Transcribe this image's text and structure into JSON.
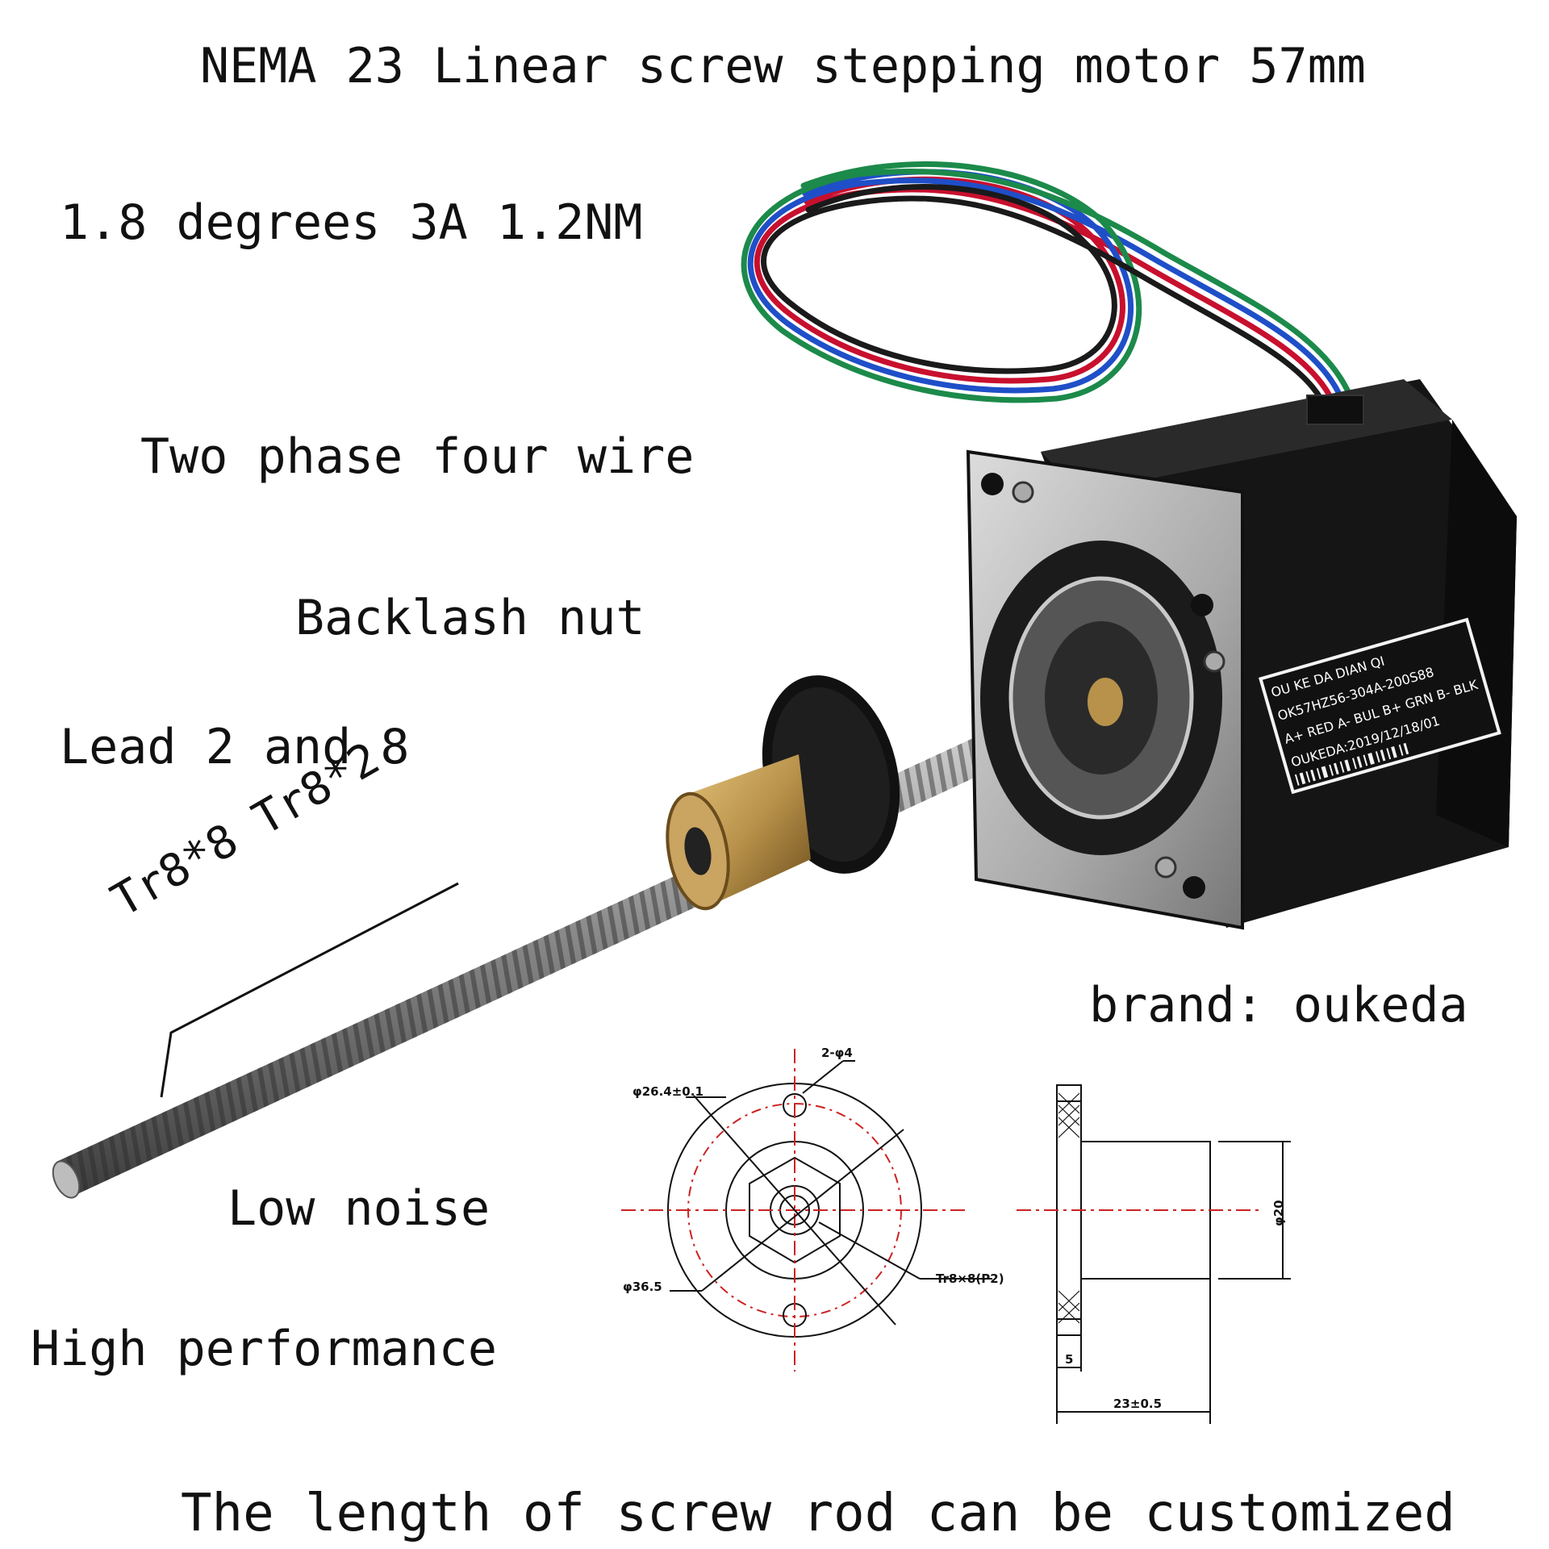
{
  "headline": "NEMA 23 Linear screw stepping motor 57mm",
  "features": {
    "spec": "1.8 degrees 3A 1.2NM",
    "phase": "Two phase four wire",
    "nut": "Backlash nut",
    "lead": "Lead 2 and 8",
    "noise": "Low noise",
    "performance": "High performance",
    "brand": "brand: oukeda",
    "custom": "The length of screw rod can be customized"
  },
  "screw_spec": "Tr8*8 Tr8*2",
  "motor_label": {
    "line1": "OU KE DA DIAN QI",
    "line2": "OK57HZ56-304A-200S88",
    "line3": "A+ RED A- BUL B+ GRN B- BLK",
    "line4": "OUKEDA:2019/12/18/01"
  },
  "drawing": {
    "holes": "2-φ4",
    "bolt_circle": "φ26.4±0.1",
    "outer_dia": "φ36.5",
    "thread": "Tr8×8(P2)",
    "body_dia": "φ20",
    "flange_thickness": "5",
    "length": "23±0.5"
  },
  "colors": {
    "motor_body": "#151515",
    "faceplate": "#b8b8b8",
    "brass": "#b8924a",
    "wire_red": "#c8102e",
    "wire_blue": "#1f4fc8",
    "wire_green": "#1c8a4a",
    "wire_black": "#1a1a1a",
    "centerline": "#cc2222"
  }
}
